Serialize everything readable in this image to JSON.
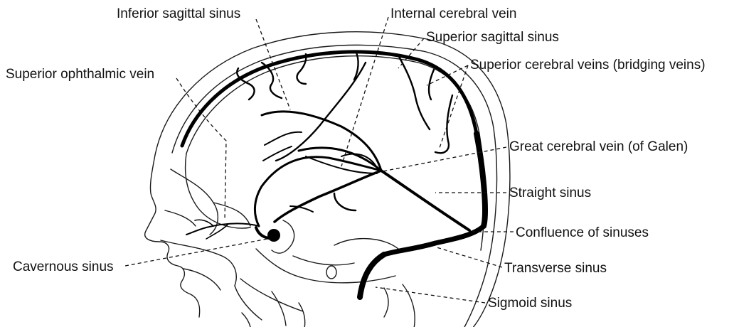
{
  "figure": {
    "labels": {
      "inferior_sagittal_sinus": "Inferior sagittal sinus",
      "internal_cerebral_vein": "Internal cerebral vein",
      "superior_sagittal_sinus": "Superior sagittal sinus",
      "superior_cerebral_veins": "Superior cerebral veins (bridging veins)",
      "superior_ophthalmic_vein": "Superior ophthalmic vein",
      "great_cerebral_vein": "Great cerebral vein (of Galen)",
      "straight_sinus": "Straight sinus",
      "confluence_of_sinuses": "Confluence of sinuses",
      "cavernous_sinus": "Cavernous sinus",
      "transverse_sinus": "Transverse sinus",
      "sigmoid_sinus": "Sigmoid sinus"
    },
    "colors": {
      "line": "#000000",
      "background": "#ffffff"
    }
  }
}
